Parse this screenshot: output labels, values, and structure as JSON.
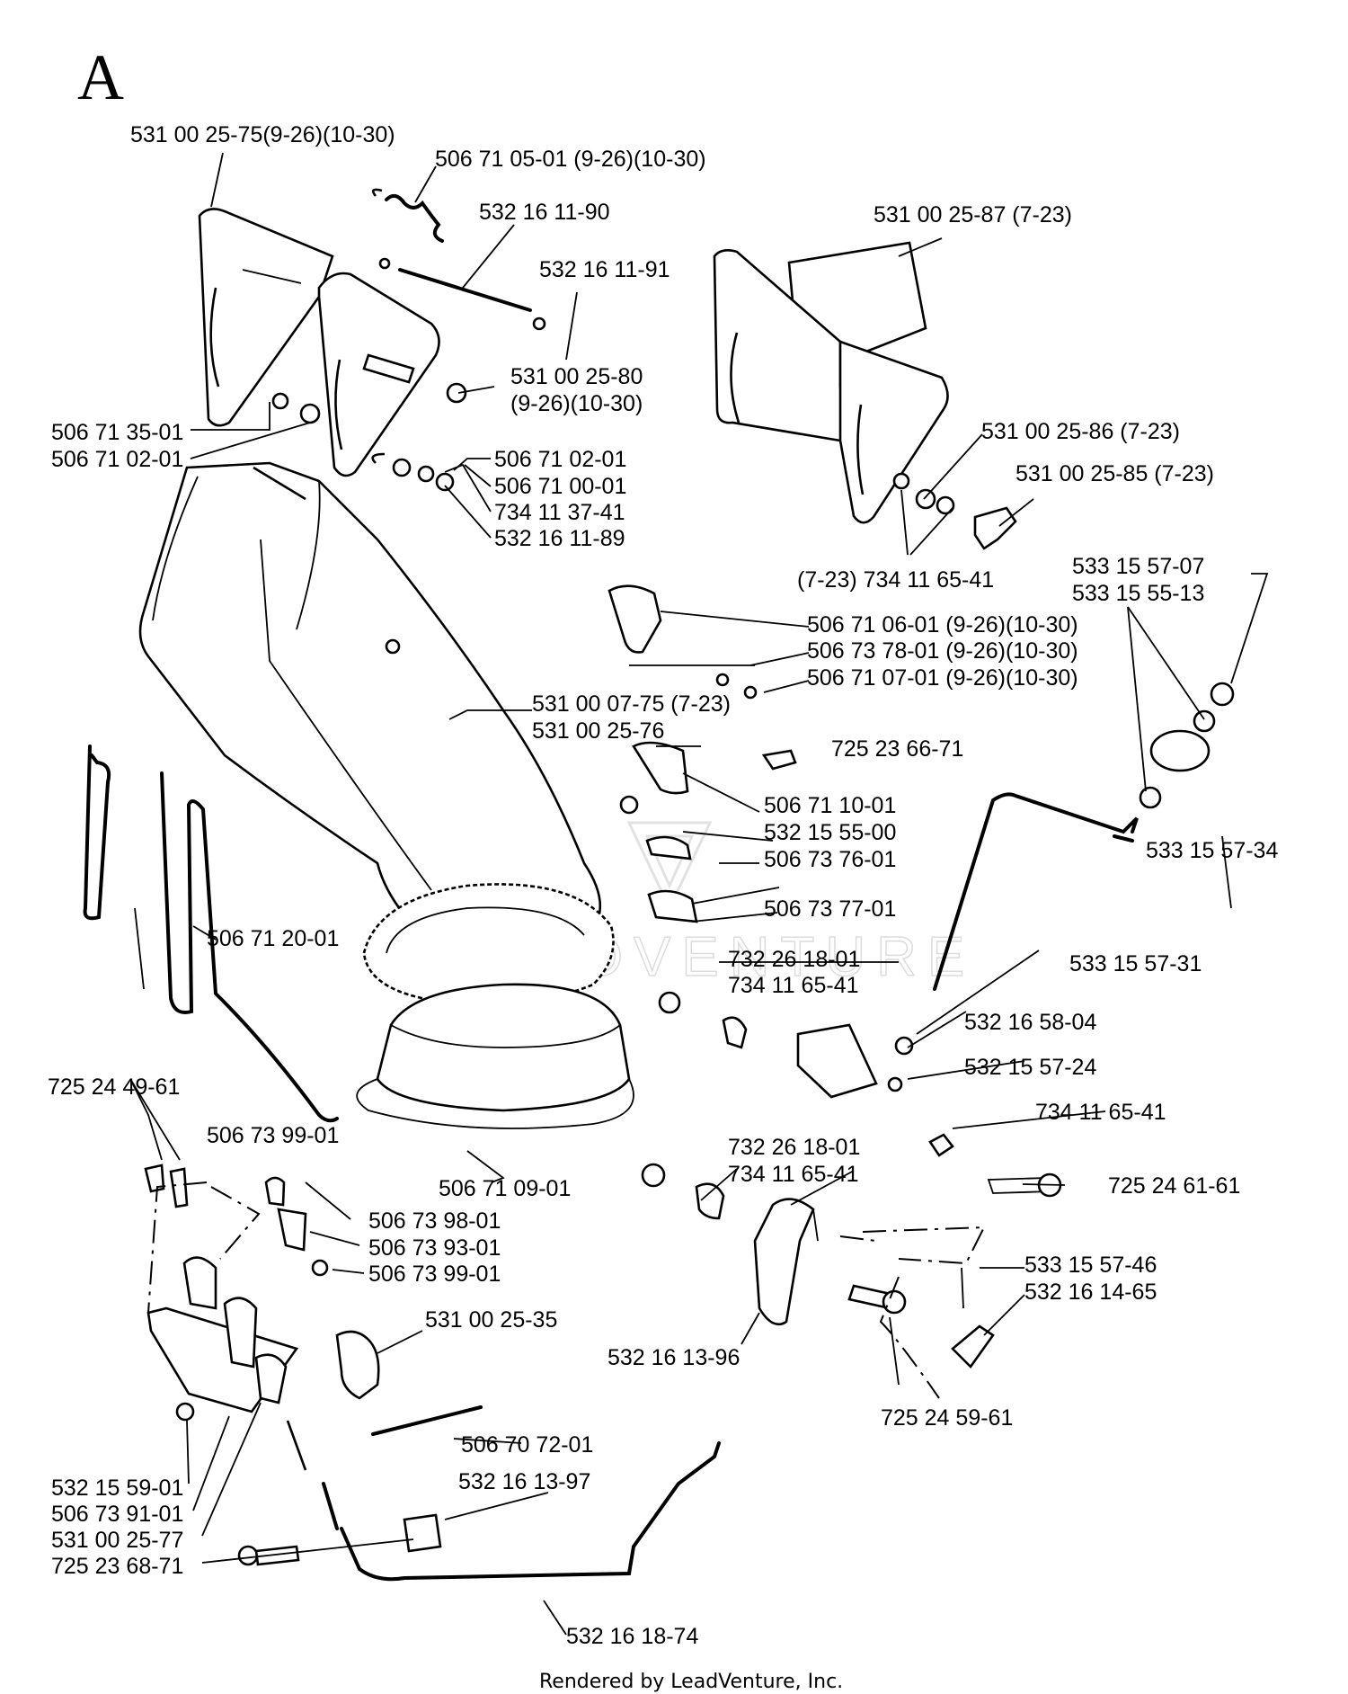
{
  "section_letter": "A",
  "footer": "Rendered by LeadVenture, Inc.",
  "watermark": "LEADVENTURE",
  "part_labels": [
    {
      "id": "p01",
      "text": "531 00 25-75(9-26)(10-30)"
    },
    {
      "id": "p02",
      "text": "506 71 05-01 (9-26)(10-30)"
    },
    {
      "id": "p03",
      "text": "532 16 11-90"
    },
    {
      "id": "p04",
      "text": "532 16 11-91"
    },
    {
      "id": "p05",
      "text": "531 00 25-87 (7-23)"
    },
    {
      "id": "p06",
      "text": "531 00 25-80"
    },
    {
      "id": "p07",
      "text": "(9-26)(10-30)"
    },
    {
      "id": "p08",
      "text": "506 71 35-01"
    },
    {
      "id": "p09",
      "text": "506 71 02-01"
    },
    {
      "id": "p10",
      "text": "506 71 02-01"
    },
    {
      "id": "p11",
      "text": "506 71 00-01"
    },
    {
      "id": "p12",
      "text": "734 11 37-41"
    },
    {
      "id": "p13",
      "text": "532 16 11-89"
    },
    {
      "id": "p14",
      "text": "531 00 25-86 (7-23)"
    },
    {
      "id": "p15",
      "text": "531 00 25-85 (7-23)"
    },
    {
      "id": "p16",
      "text": "(7-23) 734 11 65-41"
    },
    {
      "id": "p17",
      "text": "533 15 57-07"
    },
    {
      "id": "p18",
      "text": "533 15 55-13"
    },
    {
      "id": "p19",
      "text": "506 71 06-01 (9-26)(10-30)"
    },
    {
      "id": "p20",
      "text": "506 73 78-01 (9-26)(10-30)"
    },
    {
      "id": "p21",
      "text": "506 71 07-01 (9-26)(10-30)"
    },
    {
      "id": "p22",
      "text": "531 00 07-75 (7-23)"
    },
    {
      "id": "p23",
      "text": "531 00 25-76"
    },
    {
      "id": "p24",
      "text": "725 23 66-71"
    },
    {
      "id": "p25",
      "text": "506 71 10-01"
    },
    {
      "id": "p26",
      "text": "532 15 55-00"
    },
    {
      "id": "p27",
      "text": "506 73 76-01"
    },
    {
      "id": "p28",
      "text": "506 73 77-01"
    },
    {
      "id": "p29",
      "text": "533  15 57-34"
    },
    {
      "id": "p30",
      "text": "506 71 20-01"
    },
    {
      "id": "p31",
      "text": "732 26 18-01"
    },
    {
      "id": "p32",
      "text": "734 11 65-41"
    },
    {
      "id": "p33",
      "text": "533 15 57-31"
    },
    {
      "id": "p34",
      "text": "532 16 58-04"
    },
    {
      "id": "p35",
      "text": "532 15 57-24"
    },
    {
      "id": "p36",
      "text": "725 24 49-61"
    },
    {
      "id": "p37",
      "text": "734 11 65-41"
    },
    {
      "id": "p38",
      "text": "506 73 99-01"
    },
    {
      "id": "p39",
      "text": "732 26 18-01"
    },
    {
      "id": "p40",
      "text": "734 11 65-41"
    },
    {
      "id": "p41",
      "text": "725 24 61-61"
    },
    {
      "id": "p42",
      "text": "506 71 09-01"
    },
    {
      "id": "p43",
      "text": "506 73 98-01"
    },
    {
      "id": "p44",
      "text": "506 73 93-01"
    },
    {
      "id": "p45",
      "text": "506 73 99-01"
    },
    {
      "id": "p46",
      "text": "533 15 57-46"
    },
    {
      "id": "p47",
      "text": "532 16 14-65"
    },
    {
      "id": "p48",
      "text": "531 00 25-35"
    },
    {
      "id": "p49",
      "text": "532 16 13-96"
    },
    {
      "id": "p50",
      "text": "725 24 59-61"
    },
    {
      "id": "p51",
      "text": "506 70 72-01"
    },
    {
      "id": "p52",
      "text": "532 16 13-97"
    },
    {
      "id": "p53",
      "text": "532 15 59-01"
    },
    {
      "id": "p54",
      "text": "506 73 91-01"
    },
    {
      "id": "p55",
      "text": "531 00 25-77"
    },
    {
      "id": "p56",
      "text": "725 23 68-71"
    },
    {
      "id": "p57",
      "text": "532 16 18-74"
    }
  ]
}
